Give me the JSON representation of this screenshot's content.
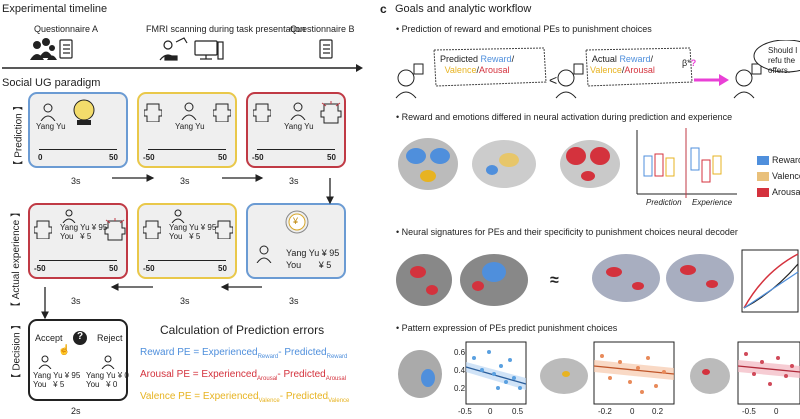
{
  "figure": {
    "timeline_title": "Experimental timeline",
    "questionnaire_a": "Questionnaire A",
    "fmri_label": "FMRI scanning during task presentation",
    "questionnaire_b": "Questionnaire B",
    "paradigm_title": "Social UG paradigm",
    "row_prediction": "Prediction",
    "row_actual": "Actual experience",
    "row_decision": "Decision",
    "name": "Yang Yu",
    "zero": "0",
    "fifty": "50",
    "minus_fifty": "-50",
    "dur_3s": "3s",
    "dur_2s": "2s",
    "you": "You",
    "yang_offer": "¥ 95",
    "you_offer": "¥ 5",
    "coin_symbol": "¥",
    "accept": "Accept",
    "reject": "Reject",
    "question_mark": "?",
    "yang_zero": "¥ 0",
    "you_zero": "¥ 0",
    "calc_title": "Calculation of Prediction errors",
    "reward_pe_label": "Reward PE = Experienced",
    "reward_sub": "Reward",
    "minus_predicted": "- Predicted",
    "arousal_pe_label": "Arousal PE = Experienced",
    "arousal_sub": "Arousal",
    "valence_pe_label": "Valence PE = Experienced",
    "valence_sub": "Valence",
    "panel_c_letter": "c",
    "goals_title": "Goals and analytic workflow",
    "bullet1": "• Prediction of reward and emotional PEs to punishment choices",
    "predicted": "Predicted",
    "actual": "Actual",
    "reward": "Reward",
    "valence": "Valence",
    "arousal": "Arousal",
    "slash": "/",
    "less_than": "<",
    "beta": "β*",
    "speech": "Should I refu the offers.",
    "bullet2": "• Reward and emotions differed in neural activation during prediction and experience",
    "legend_reward": "Reward",
    "legend_valence": "Valence",
    "legend_arousal": "Arousal",
    "axis_prediction": "Prediction",
    "axis_experience": "Experience",
    "bullet3": "• Neural signatures for PEs and their specificity to punishment choices neural decoder",
    "approx": "≈",
    "bullet4": "• Pattern expression of PEs predict punishment choices",
    "ticks1": [
      "-0.5",
      "0",
      "0.5"
    ],
    "ticks2": [
      "-0.2",
      "0",
      "0.2"
    ],
    "ticks3": [
      "-0.5",
      "0"
    ],
    "yticks": [
      "0.6",
      "0.4",
      "0.2"
    ]
  },
  "colors": {
    "reward": "#4f8fdc",
    "arousal": "#d4323d",
    "valence": "#e7b321",
    "magenta": "#e940d6",
    "scatter_blue": "#5aa0e0",
    "scatter_orange": "#e88a5a",
    "scatter_red": "#d04a5a"
  }
}
